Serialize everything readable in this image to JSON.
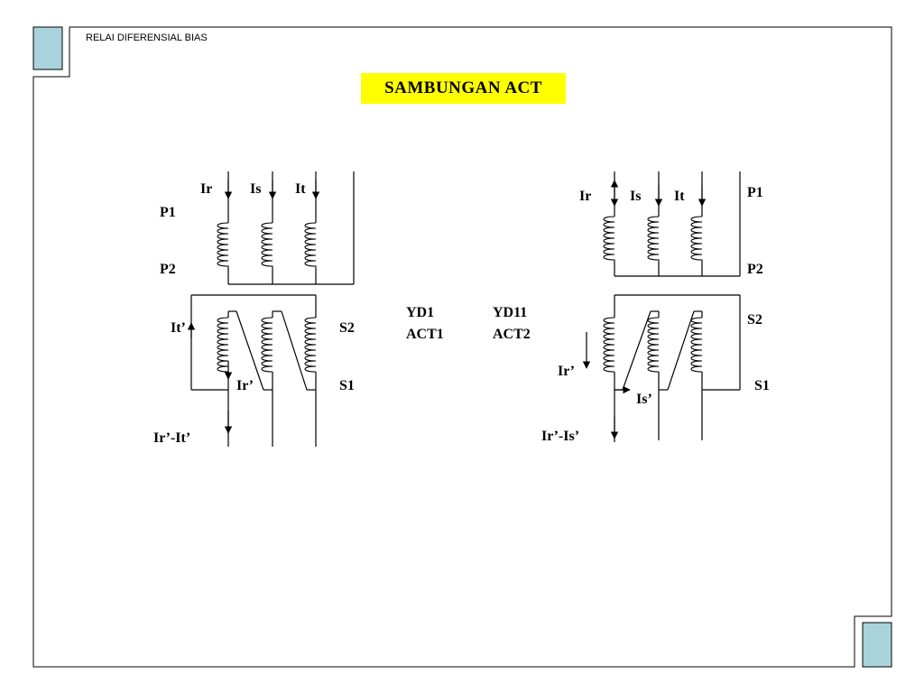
{
  "header": {
    "label": "RELAI DIFERENSIAL BIAS"
  },
  "title": "SAMBUNGAN ACT",
  "colors": {
    "corner_square": "#a8d3dc",
    "title_bg": "#ffff00"
  },
  "diagram_left": {
    "phase_labels": [
      "Ir",
      "Is",
      "It"
    ],
    "p1": "P1",
    "p2": "P2",
    "s2": "S2",
    "s1": "S1",
    "it_prime": "It’",
    "ir_prime": "Ir’",
    "output": "Ir’-It’"
  },
  "diagram_right": {
    "phase_labels": [
      "Ir",
      "Is",
      "It"
    ],
    "p1": "P1",
    "p2": "P2",
    "s2": "S2",
    "s1": "S1",
    "ir_prime": "Ir’",
    "is_prime": "Is’",
    "output": "Ir’-Is’"
  },
  "connection_labels": {
    "left": {
      "vector": "YD1",
      "act": "ACT1"
    },
    "right": {
      "vector": "YD11",
      "act": "ACT2"
    }
  }
}
